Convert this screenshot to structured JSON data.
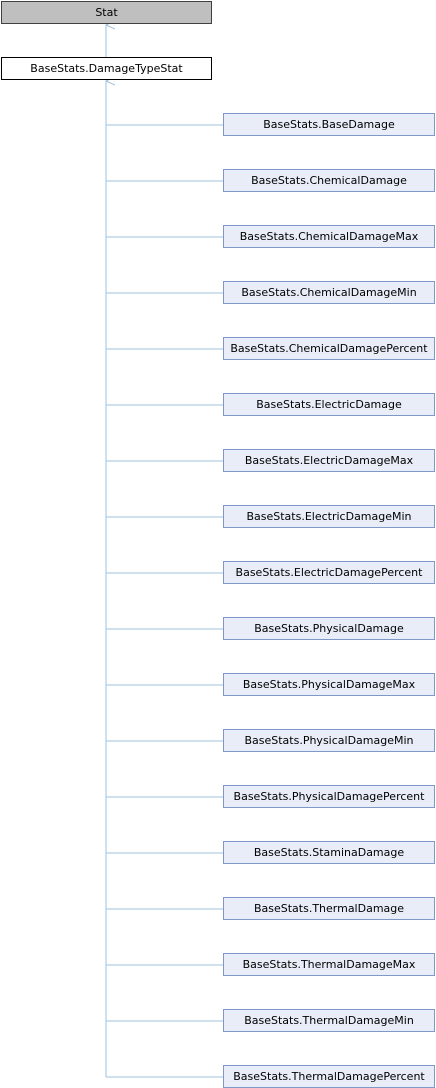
{
  "diagram": {
    "root": {
      "label": "Stat"
    },
    "base": {
      "label": "BaseStats.DamageTypeStat"
    },
    "children": [
      {
        "label": "BaseStats.BaseDamage"
      },
      {
        "label": "BaseStats.ChemicalDamage"
      },
      {
        "label": "BaseStats.ChemicalDamageMax"
      },
      {
        "label": "BaseStats.ChemicalDamageMin"
      },
      {
        "label": "BaseStats.ChemicalDamagePercent"
      },
      {
        "label": "BaseStats.ElectricDamage"
      },
      {
        "label": "BaseStats.ElectricDamageMax"
      },
      {
        "label": "BaseStats.ElectricDamageMin"
      },
      {
        "label": "BaseStats.ElectricDamagePercent"
      },
      {
        "label": "BaseStats.PhysicalDamage"
      },
      {
        "label": "BaseStats.PhysicalDamageMax"
      },
      {
        "label": "BaseStats.PhysicalDamageMin"
      },
      {
        "label": "BaseStats.PhysicalDamagePercent"
      },
      {
        "label": "BaseStats.StaminaDamage"
      },
      {
        "label": "BaseStats.ThermalDamage"
      },
      {
        "label": "BaseStats.ThermalDamageMax"
      },
      {
        "label": "BaseStats.ThermalDamageMin"
      },
      {
        "label": "BaseStats.ThermalDamagePercent"
      }
    ],
    "colors": {
      "root_fill": "#bfbfbf",
      "base_fill": "#ffffff",
      "child_fill": "#e8edf8",
      "child_border": "#8098c8",
      "edge": "#9fc0dc"
    }
  }
}
